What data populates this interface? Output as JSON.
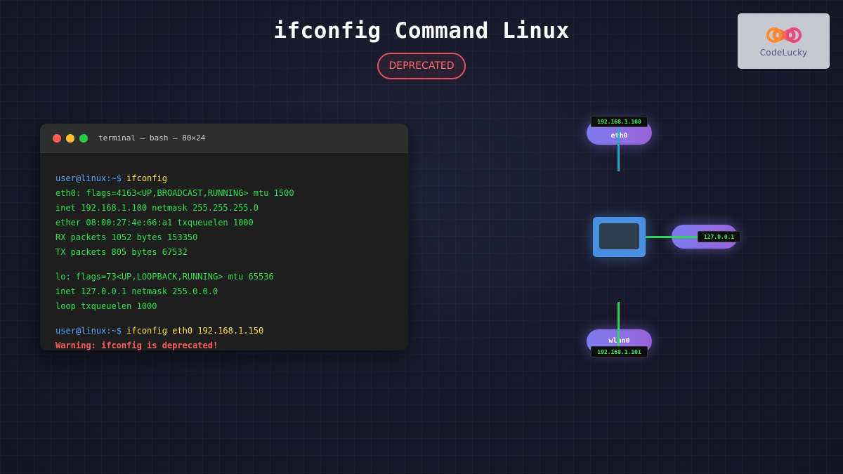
{
  "header": {
    "title": "ifconfig Command Linux",
    "badge": "DEPRECATED"
  },
  "logo": {
    "text": "CodeLucky",
    "icon": "infinity-logo-icon",
    "colors": {
      "primary": "#ff6b35",
      "secondary": "#e9467a"
    }
  },
  "terminal": {
    "title": "terminal — bash — 80×24",
    "prompt1": "user@linux:~$",
    "cmd1": "ifconfig",
    "eth0_lines": [
      "eth0: flags=4163<UP,BROADCAST,RUNNING> mtu 1500",
      "inet 192.168.1.100 netmask 255.255.255.0",
      "ether 08:00:27:4e:66:a1 txqueuelen 1000",
      "RX packets 1052 bytes 153350",
      "TX packets 805 bytes 67532"
    ],
    "lo_lines": [
      "lo: flags=73<UP,LOOPBACK,RUNNING> mtu 65536",
      "inet 127.0.0.1 netmask 255.0.0.0",
      "loop txqueuelen 1000"
    ],
    "prompt2": "user@linux:~$",
    "cmd2": "ifconfig eth0 192.168.1.150",
    "warning": "Warning: ifconfig is deprecated!"
  },
  "diagram": {
    "eth0": {
      "name": "eth0",
      "ip": "192.168.1.100"
    },
    "lo": {
      "name": "",
      "ip": "127.0.0.1"
    },
    "wlan0": {
      "name": "wlan0",
      "ip": "192.168.1.101"
    }
  },
  "colors": {
    "accent_green": "#2fe14a",
    "prompt_blue": "#55a6ff",
    "command_yellow": "#ffe14d",
    "warning_red": "#ff5f5f",
    "badge_red": "#e0535d"
  }
}
